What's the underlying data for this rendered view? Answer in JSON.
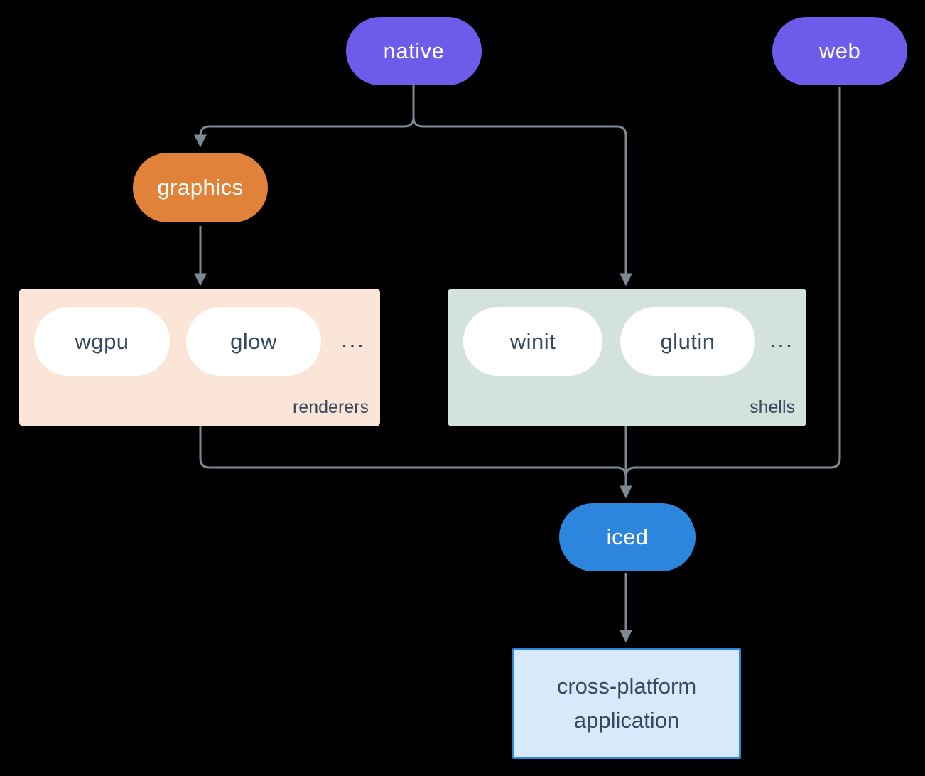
{
  "colors": {
    "background": "#000000",
    "node_purple": "#6c5ce9",
    "node_orange": "#e0823a",
    "node_blue": "#2d86dd",
    "connector_gray": "#7d8a96",
    "dark_text": "#344a5e",
    "renderers_bg": "#fbe5d6",
    "renderers_border": "#e0813a",
    "shells_bg": "#d4e2dc",
    "shells_border": "#1d7a6b",
    "application_bg": "#d8e9f9",
    "application_border": "#2d86dd"
  },
  "nodes": {
    "native": {
      "label": "native"
    },
    "web": {
      "label": "web"
    },
    "graphics": {
      "label": "graphics"
    },
    "iced": {
      "label": "iced"
    },
    "application": {
      "label": "cross-platform application"
    }
  },
  "groups": {
    "renderers": {
      "label": "renderers",
      "items": [
        "wgpu",
        "glow"
      ],
      "more": "..."
    },
    "shells": {
      "label": "shells",
      "items": [
        "winit",
        "glutin"
      ],
      "more": "..."
    }
  },
  "edges": [
    {
      "from": "native",
      "to": "graphics"
    },
    {
      "from": "native",
      "to": "shells"
    },
    {
      "from": "graphics",
      "to": "renderers"
    },
    {
      "from": "renderers",
      "to": "iced"
    },
    {
      "from": "shells",
      "to": "iced"
    },
    {
      "from": "web",
      "to": "iced"
    },
    {
      "from": "iced",
      "to": "application"
    }
  ]
}
